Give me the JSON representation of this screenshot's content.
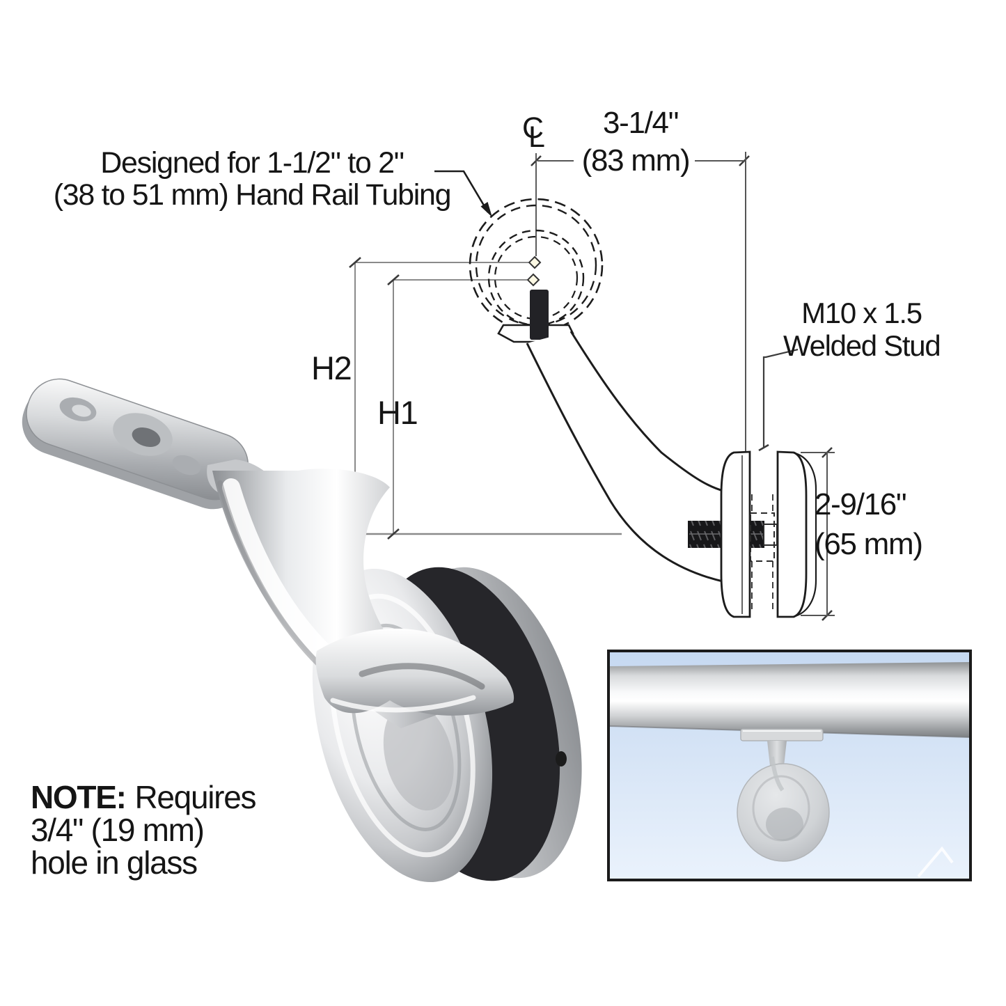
{
  "diagram": {
    "tubing_note": {
      "line1": "Designed for 1-1/2\" to 2\"",
      "line2": "(38 to 51 mm) Hand Rail Tubing"
    },
    "centerline": {
      "c": "C",
      "l": "L"
    },
    "width_dim": {
      "imperial": "3-1/4\"",
      "metric": "(83 mm)"
    },
    "stud_label": {
      "line1": "M10 x 1.5",
      "line2": "Welded Stud"
    },
    "height_dims": {
      "h2": "H2",
      "h1": "H1"
    },
    "clamp_dim": {
      "imperial": "2-9/16\"",
      "metric": "(65 mm)"
    },
    "note": {
      "prefix": "NOTE:",
      "line1_rest": "Requires",
      "line2": "3/4\" (19 mm)",
      "line3": "hole in glass"
    }
  },
  "colors": {
    "background": "#ffffff",
    "line_art": "#1c1c1c",
    "dimension_line": "#8a8a8a",
    "text": "#151515",
    "stud_black": "#1a1a1c",
    "inset_border": "#1b1b1b",
    "inset_sky_top": "#c6d9f1",
    "inset_sky_bottom": "#eaf2fc",
    "chrome_light": "#fafafa",
    "chrome_mid": "#b9bcc0",
    "chrome_dark": "#6e7175",
    "gasket_black": "#26262a"
  }
}
